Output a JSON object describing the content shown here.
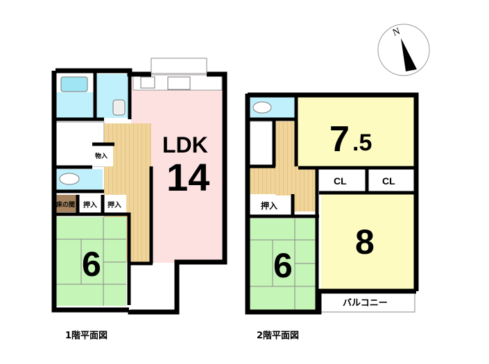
{
  "floor1": {
    "caption": "1階平面図",
    "ldk_label": "LDK",
    "ldk_size": "14",
    "storage": "物入",
    "tokonoma": "床の間",
    "closet1": "押入",
    "closet2": "押入",
    "tatami_size": "6"
  },
  "floor2": {
    "caption": "2階平面図",
    "room1_size_int": "7",
    "room1_size_dec": ".5",
    "cl1": "CL",
    "cl2": "CL",
    "closet": "押入",
    "room2_size": "8",
    "tatami_size": "6",
    "balcony": "バルコニー"
  },
  "compass": {
    "label": "N"
  },
  "colors": {
    "ldk": "#fde0e0",
    "wet": "#bff0fb",
    "hall": "#e8c98a",
    "tatami": "#c6f5b8",
    "western": "#fdfbc0",
    "tokonoma": "#a6835e"
  }
}
